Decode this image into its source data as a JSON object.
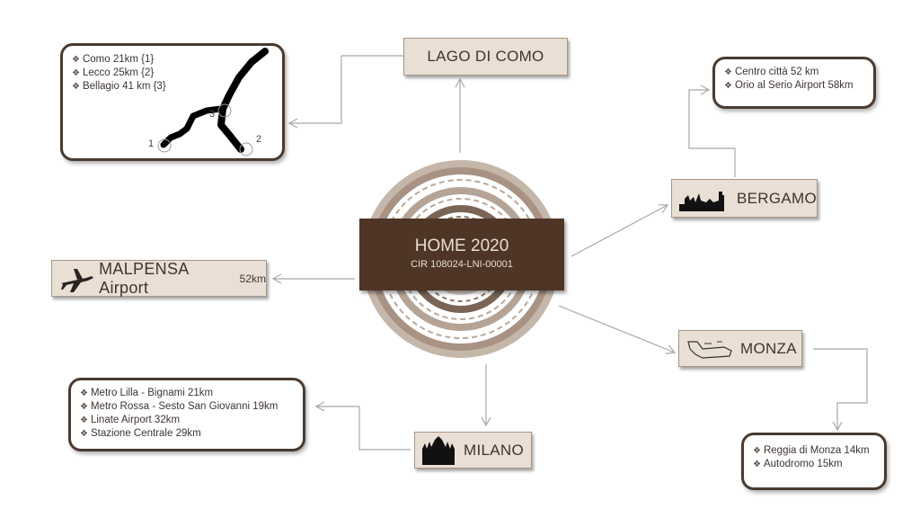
{
  "center": {
    "title": "HOME 2020",
    "code": "CIR 108024-LNI-00001"
  },
  "lago": {
    "label": "LAGO DI COMO",
    "items": [
      "Como 21km {1}",
      "Lecco  25km {2}",
      "Bellagio  41 km {3}"
    ],
    "map_markers": [
      "1",
      "2",
      "3"
    ]
  },
  "bergamo": {
    "label": "BERGAMO",
    "items": [
      "Centro città 52 km",
      "Orio al Serio Airport 58km"
    ]
  },
  "malpensa": {
    "label": "MALPENSA Airport",
    "distance": "52km"
  },
  "monza": {
    "label": "MONZA",
    "items": [
      "Reggia  di Monza 14km",
      "Autodromo 15km"
    ]
  },
  "milano": {
    "label": "MILANO",
    "items": [
      "Metro Lilla - Bignami 21km",
      "Metro Rossa - Sesto San Giovanni 19km",
      "Linate Airport 32km",
      "Stazione Centrale 29km"
    ]
  },
  "bullet": "❖",
  "colors": {
    "dark_brown": "#4e3526",
    "box_fill": "#eadfd5",
    "ring_light": "#b9a89b",
    "ring_mid": "#8c7566"
  }
}
